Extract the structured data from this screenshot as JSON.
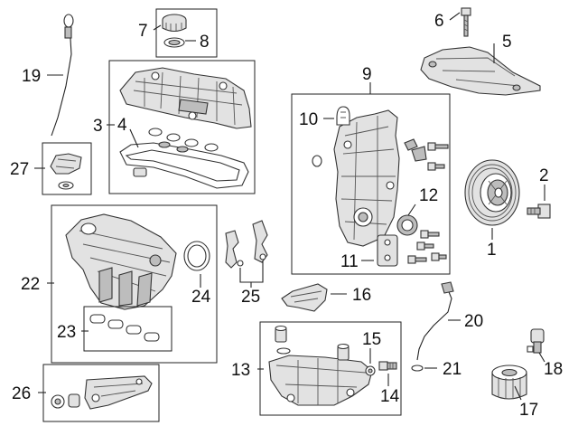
{
  "callouts": {
    "c1": "1",
    "c2": "2",
    "c3": "3",
    "c4": "4",
    "c5": "5",
    "c6": "6",
    "c7": "7",
    "c8": "8",
    "c9": "9",
    "c10": "10",
    "c11": "11",
    "c12": "12",
    "c13": "13",
    "c14": "14",
    "c15": "15",
    "c16": "16",
    "c17": "17",
    "c18": "18",
    "c19": "19",
    "c20": "20",
    "c21": "21",
    "c22": "22",
    "c23": "23",
    "c24": "24",
    "c25": "25",
    "c26": "26",
    "c27": "27"
  },
  "icons": {
    "dipstick": "oil-dipstick-icon",
    "oil_cap": "oil-filler-cap-icon",
    "cam_cover": "cylinder-head-cover-icon",
    "timing_cover": "timing-chain-cover-icon",
    "pulley": "crankshaft-pulley-icon",
    "intake": "intake-manifold-icon",
    "oil_pan": "oil-pan-icon",
    "oil_filter": "oil-filter-icon"
  }
}
